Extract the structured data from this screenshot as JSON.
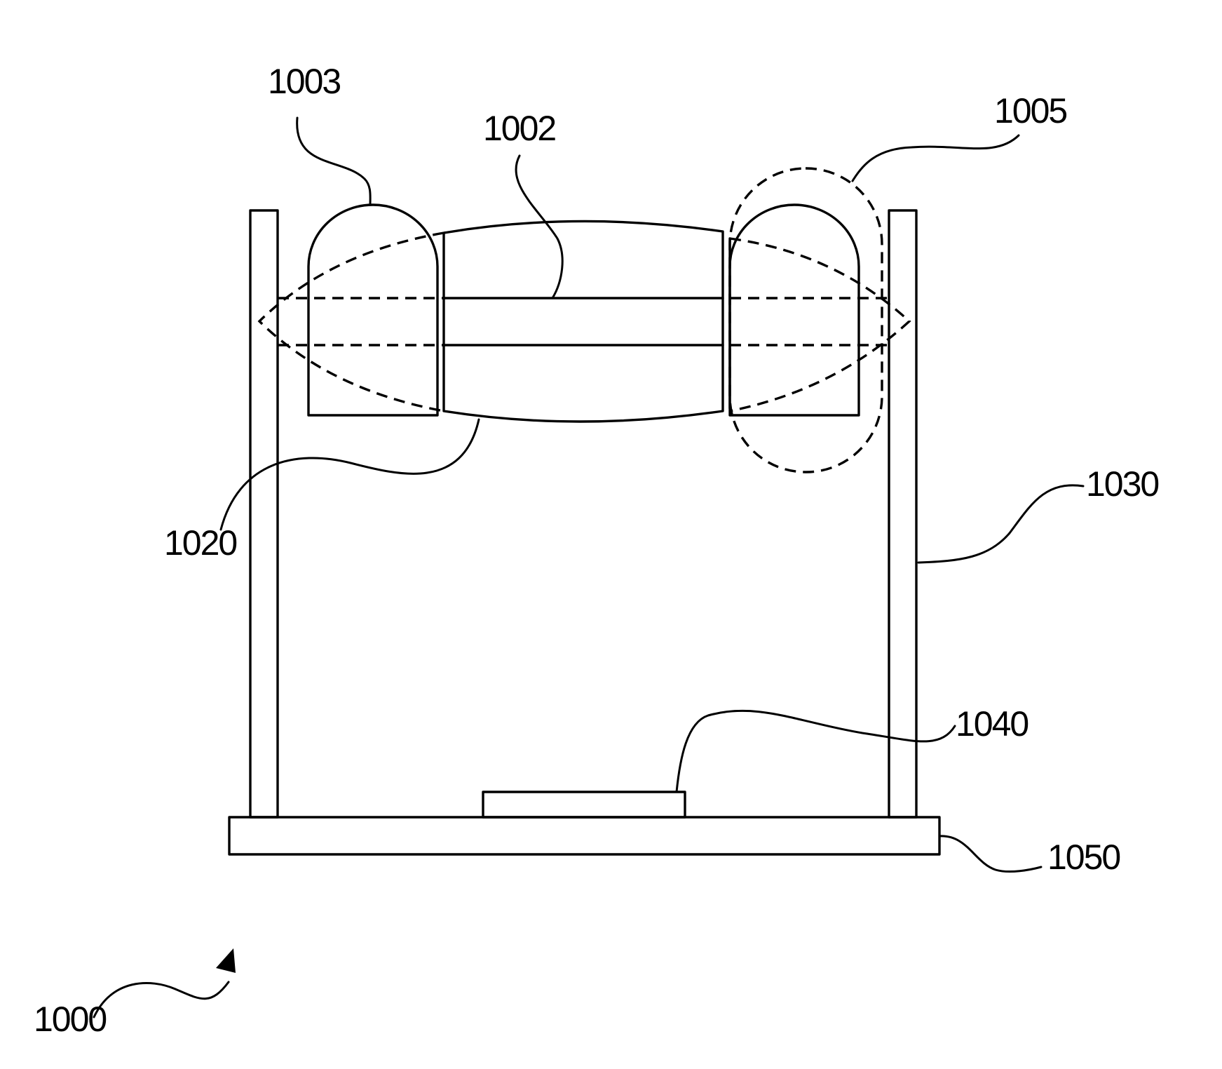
{
  "figure": {
    "labels": {
      "ref_1000": "1000",
      "ref_1002": "1002",
      "ref_1003": "1003",
      "ref_1005": "1005",
      "ref_1020": "1020",
      "ref_1030": "1030",
      "ref_1040": "1040",
      "ref_1050": "1050"
    }
  }
}
